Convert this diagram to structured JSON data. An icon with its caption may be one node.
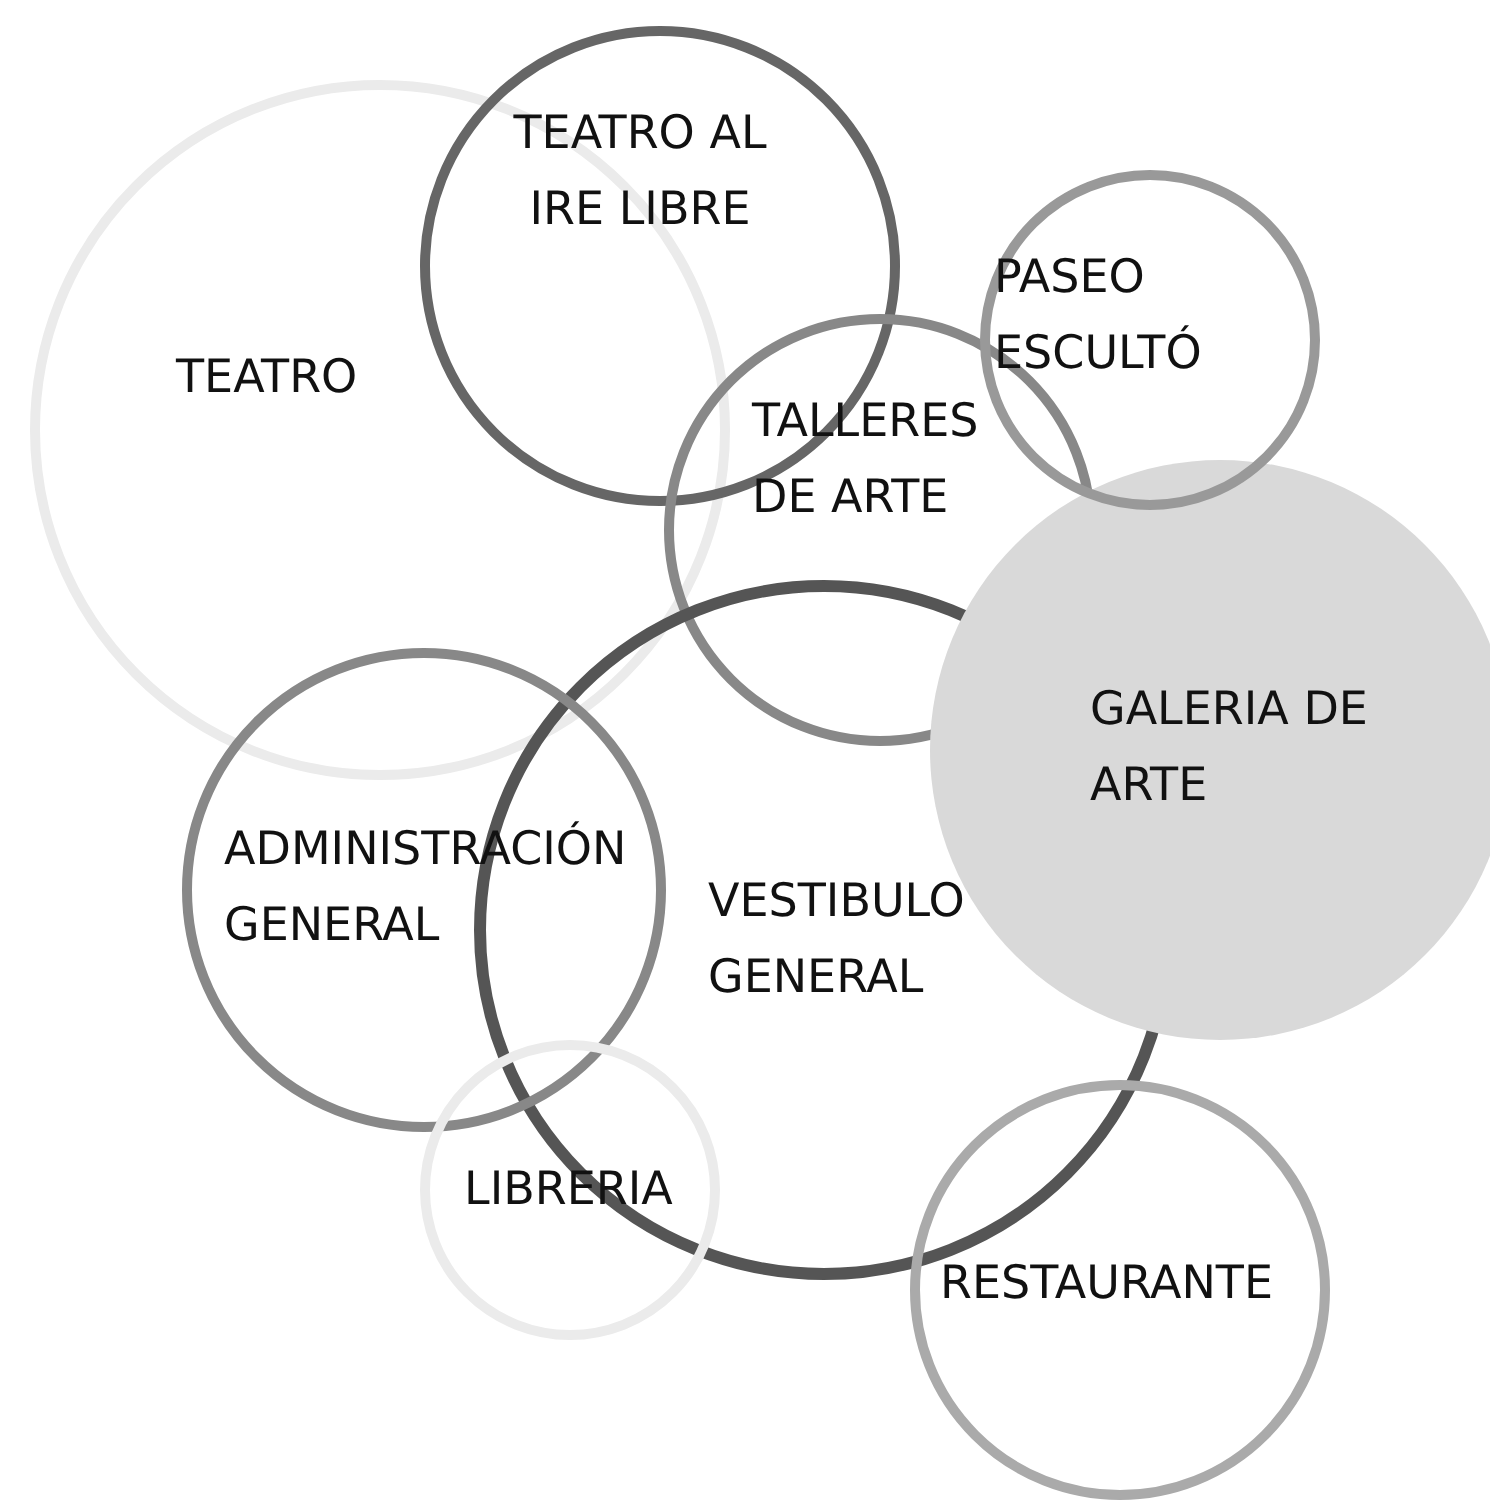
{
  "diagram": {
    "nodes": [
      {
        "text": [
          "TEATRO"
        ]
      },
      {
        "text": [
          "TEATRO AL IRE LIBRE"
        ]
      },
      {
        "text": [
          "PASEO ESCULTÓ"
        ]
      },
      {
        "text": [
          "TALLERES DE ARTE"
        ]
      },
      {
        "text": [
          "GALERIA DE ARTE"
        ]
      },
      {
        "text": [
          "ADMINISTRACIÓN GENERAL"
        ]
      },
      {
        "text": [
          "VESTIBULO GENERAL"
        ]
      },
      {
        "text": [
          "LIBRERIA"
        ]
      },
      {
        "text": [
          "RESTAURANTE"
        ]
      }
    ],
    "edges": []
  }
}
